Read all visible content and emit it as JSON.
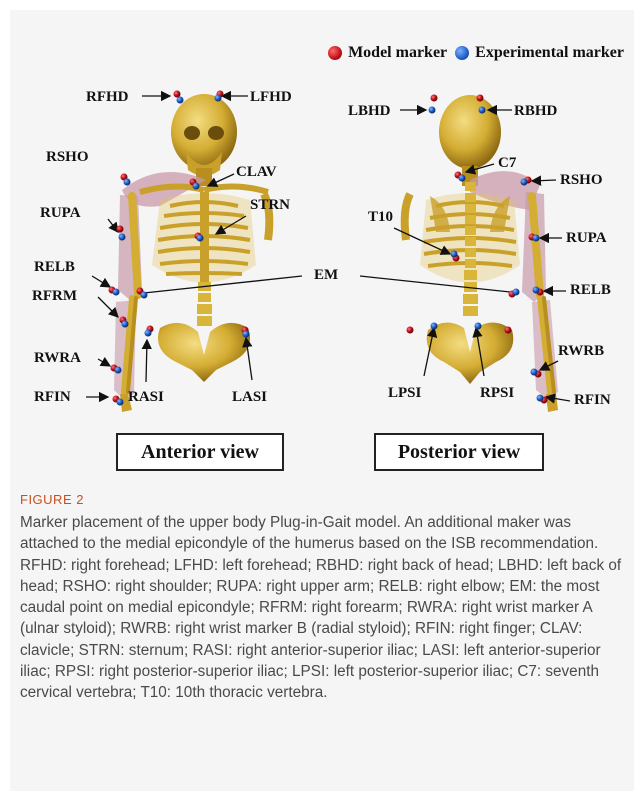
{
  "legend": {
    "model": {
      "label": "Model marker",
      "color": "#c0101a"
    },
    "experimental": {
      "label": "Experimental marker",
      "color": "#1f5fc8"
    }
  },
  "labels": {
    "rfhd": "RFHD",
    "lfhd": "LFHD",
    "rsho_a": "RSHO",
    "clav": "CLAV",
    "strn": "STRN",
    "rupa_a": "RUPA",
    "relb_a": "RELB",
    "rfrm": "RFRM",
    "rwra": "RWRA",
    "rfin_a": "RFIN",
    "rasi": "RASI",
    "lasi": "LASI",
    "em": "EM",
    "lbhd": "LBHD",
    "rbhd": "RBHD",
    "c7": "C7",
    "rsho_p": "RSHO",
    "t10": "T10",
    "rupa_p": "RUPA",
    "relb_p": "RELB",
    "rwrb": "RWRB",
    "rfin_p": "RFIN",
    "lpsi": "LPSI",
    "rpsi": "RPSI"
  },
  "views": {
    "anterior": "Anterior view",
    "posterior": "Posterior view"
  },
  "caption": {
    "heading": "FIGURE 2",
    "text": "Marker placement of the upper body Plug-in-Gait model. An additional maker was attached to the medial epicondyle of the humerus based on the ISB recommendation. RFHD: right forehead; LFHD: left forehead; RBHD: right back of head; LBHD: left back of head; RSHO: right shoulder; RUPA: right upper arm; RELB: right elbow; EM: the most caudal point on medial epicondyle; RFRM: right forearm; RWRA: right wrist marker A (ulnar styloid); RWRB: right wrist marker B (radial styloid); RFIN: right finger; CLAV: clavicle; STRN: sternum; RASI: right anterior-superior iliac; LASI: left anterior-superior iliac; RPSI: right posterior-superior iliac; LPSI: left posterior-superior iliac; C7: seventh cervical vertebra; T10: 10th thoracic vertebra."
  },
  "colors": {
    "bone": "#d9b53a",
    "bone_dark": "#a9831d",
    "muscle": "#c89aa8",
    "line": "#111111"
  }
}
